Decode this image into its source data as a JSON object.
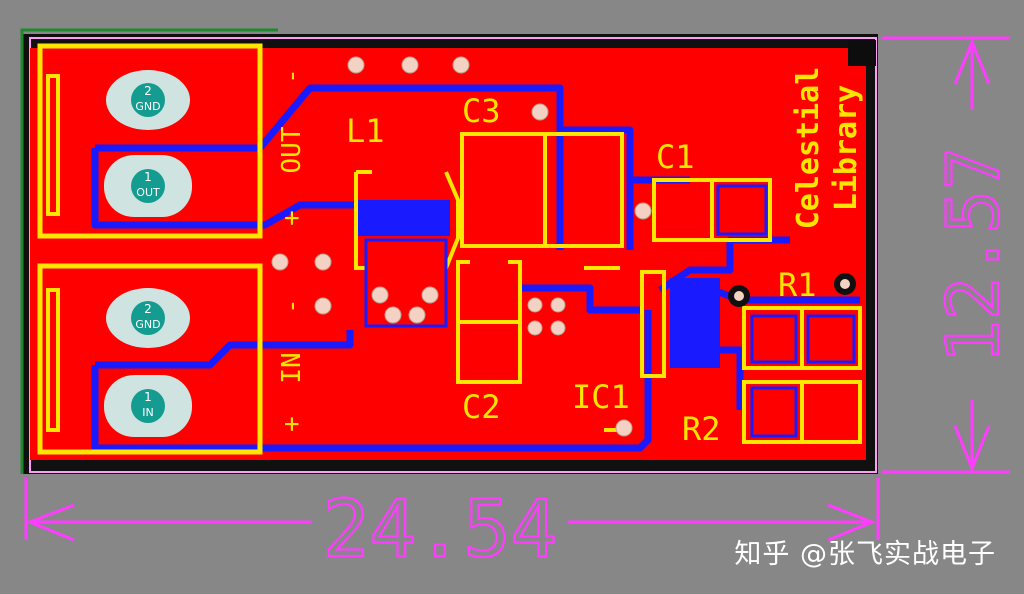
{
  "board": {
    "name_line1": "Celestial",
    "name_line2": "Library",
    "width_dim": "24.54",
    "height_dim": "12.57"
  },
  "connectors": {
    "out_label": "OUT",
    "in_label": "IN",
    "minus": "-",
    "plus": "+",
    "pads": [
      {
        "num": "2",
        "name": "GND"
      },
      {
        "num": "1",
        "name": "OUT"
      },
      {
        "num": "2",
        "name": "GND"
      },
      {
        "num": "1",
        "name": "IN"
      }
    ]
  },
  "components": {
    "L1": "L1",
    "C3": "C3",
    "C1": "C1",
    "C2": "C2",
    "IC1": "IC1",
    "R1": "R1",
    "R2": "R2"
  },
  "colors": {
    "background": "#878787",
    "copper_top": "#ff0000",
    "copper_bottom": "#1a1aff",
    "silkscreen": "#ffe600",
    "dimension": "#ff3cff",
    "board_outline": "#0a0a0a",
    "pad": "#cfe3e0",
    "pad_center": "#149c90"
  },
  "watermark": "知乎 @张飞实战电子"
}
